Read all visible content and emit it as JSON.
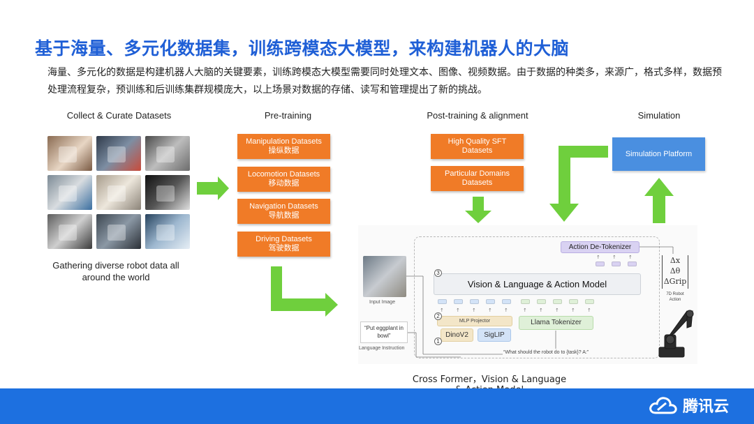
{
  "title": "基于海量、多元化数据集，训练跨模态大模型，来构建机器人的大脑",
  "description": "海量、多元化的数据是构建机器人大脑的关键要素，训练跨模态大模型需要同时处理文本、图像、视频数据。由于数据的种类多，来源广，格式多样，数据预处理流程复杂，预训练和后训练集群规模庞大，以上场景对数据的存储、读写和管理提出了新的挑战。",
  "columns": {
    "collect": "Collect & Curate Datasets",
    "pretrain": "Pre-training",
    "posttrain": "Post-training & alignment",
    "simulation": "Simulation"
  },
  "gathering": "Gathering diverse robot data all around the world",
  "pretrain_datasets": [
    {
      "en": "Manipulation Datasets",
      "zh": "操纵数据"
    },
    {
      "en": "Locomotion Datasets",
      "zh": "移动数据"
    },
    {
      "en": "Navigation Datasets",
      "zh": "导航数据"
    },
    {
      "en": "Driving Datasets",
      "zh": "驾驶数据"
    }
  ],
  "post_datasets": [
    {
      "line1": "High Quality SFT",
      "line2": "Datasets"
    },
    {
      "line1": "Particular Domains",
      "line2": "Datasets"
    }
  ],
  "simulation_platform": "Simulation Platform",
  "model": {
    "input_image": "Input Image",
    "instruction": "“Put eggplant in bowl”",
    "language_instruction": "Language Instruction",
    "vla": "Vision & Language & Action Model",
    "detokenizer": "Action De-Tokenizer",
    "mlp": "MLP Projector",
    "llama": "Llama Tokenizer",
    "dino": "DinoV2",
    "siglip": "SigLIP",
    "question": "“What should the robot do to {task}? A:”",
    "n1": "1",
    "n2": "2",
    "n3": "3",
    "delta_x": "Δx",
    "delta_theta": "Δθ",
    "delta_grip": "ΔGrip",
    "robot_action": "7D Robot Action"
  },
  "caption": "Cross Former，Vision & Language & Action Model",
  "brand": "腾讯云",
  "colors": {
    "title": "#1f5fd6",
    "orange": "#f07b27",
    "green": "#6fcf3d",
    "blue_box": "#4a8fe0",
    "footer": "#1d70e0"
  }
}
